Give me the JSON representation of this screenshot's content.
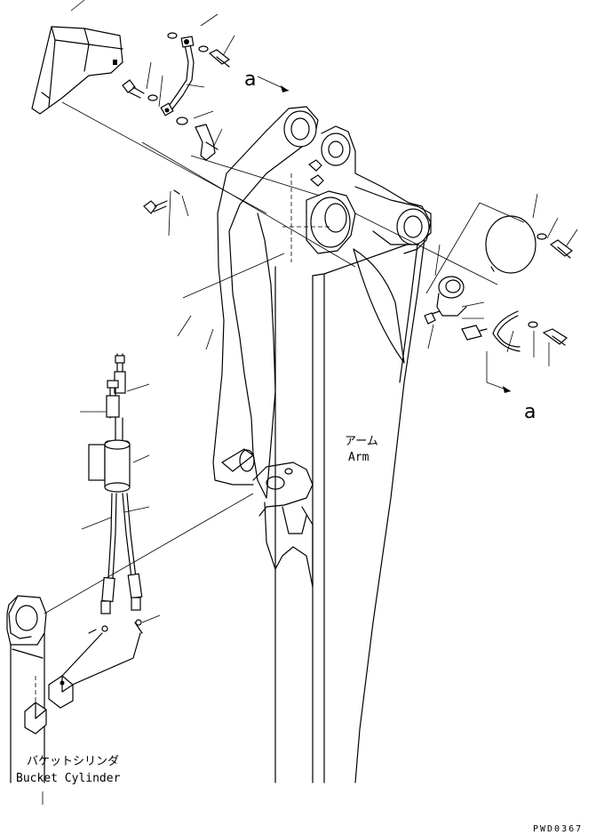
{
  "labels": {
    "arm_jp": "アーム",
    "arm_en": "Arm",
    "bucket_cylinder_jp": "バケットシリンダ",
    "bucket_cylinder_en": "Bucket Cylinder",
    "view_marker_top": "a",
    "view_marker_bottom": "a",
    "drawing_code": "PWD0367"
  }
}
